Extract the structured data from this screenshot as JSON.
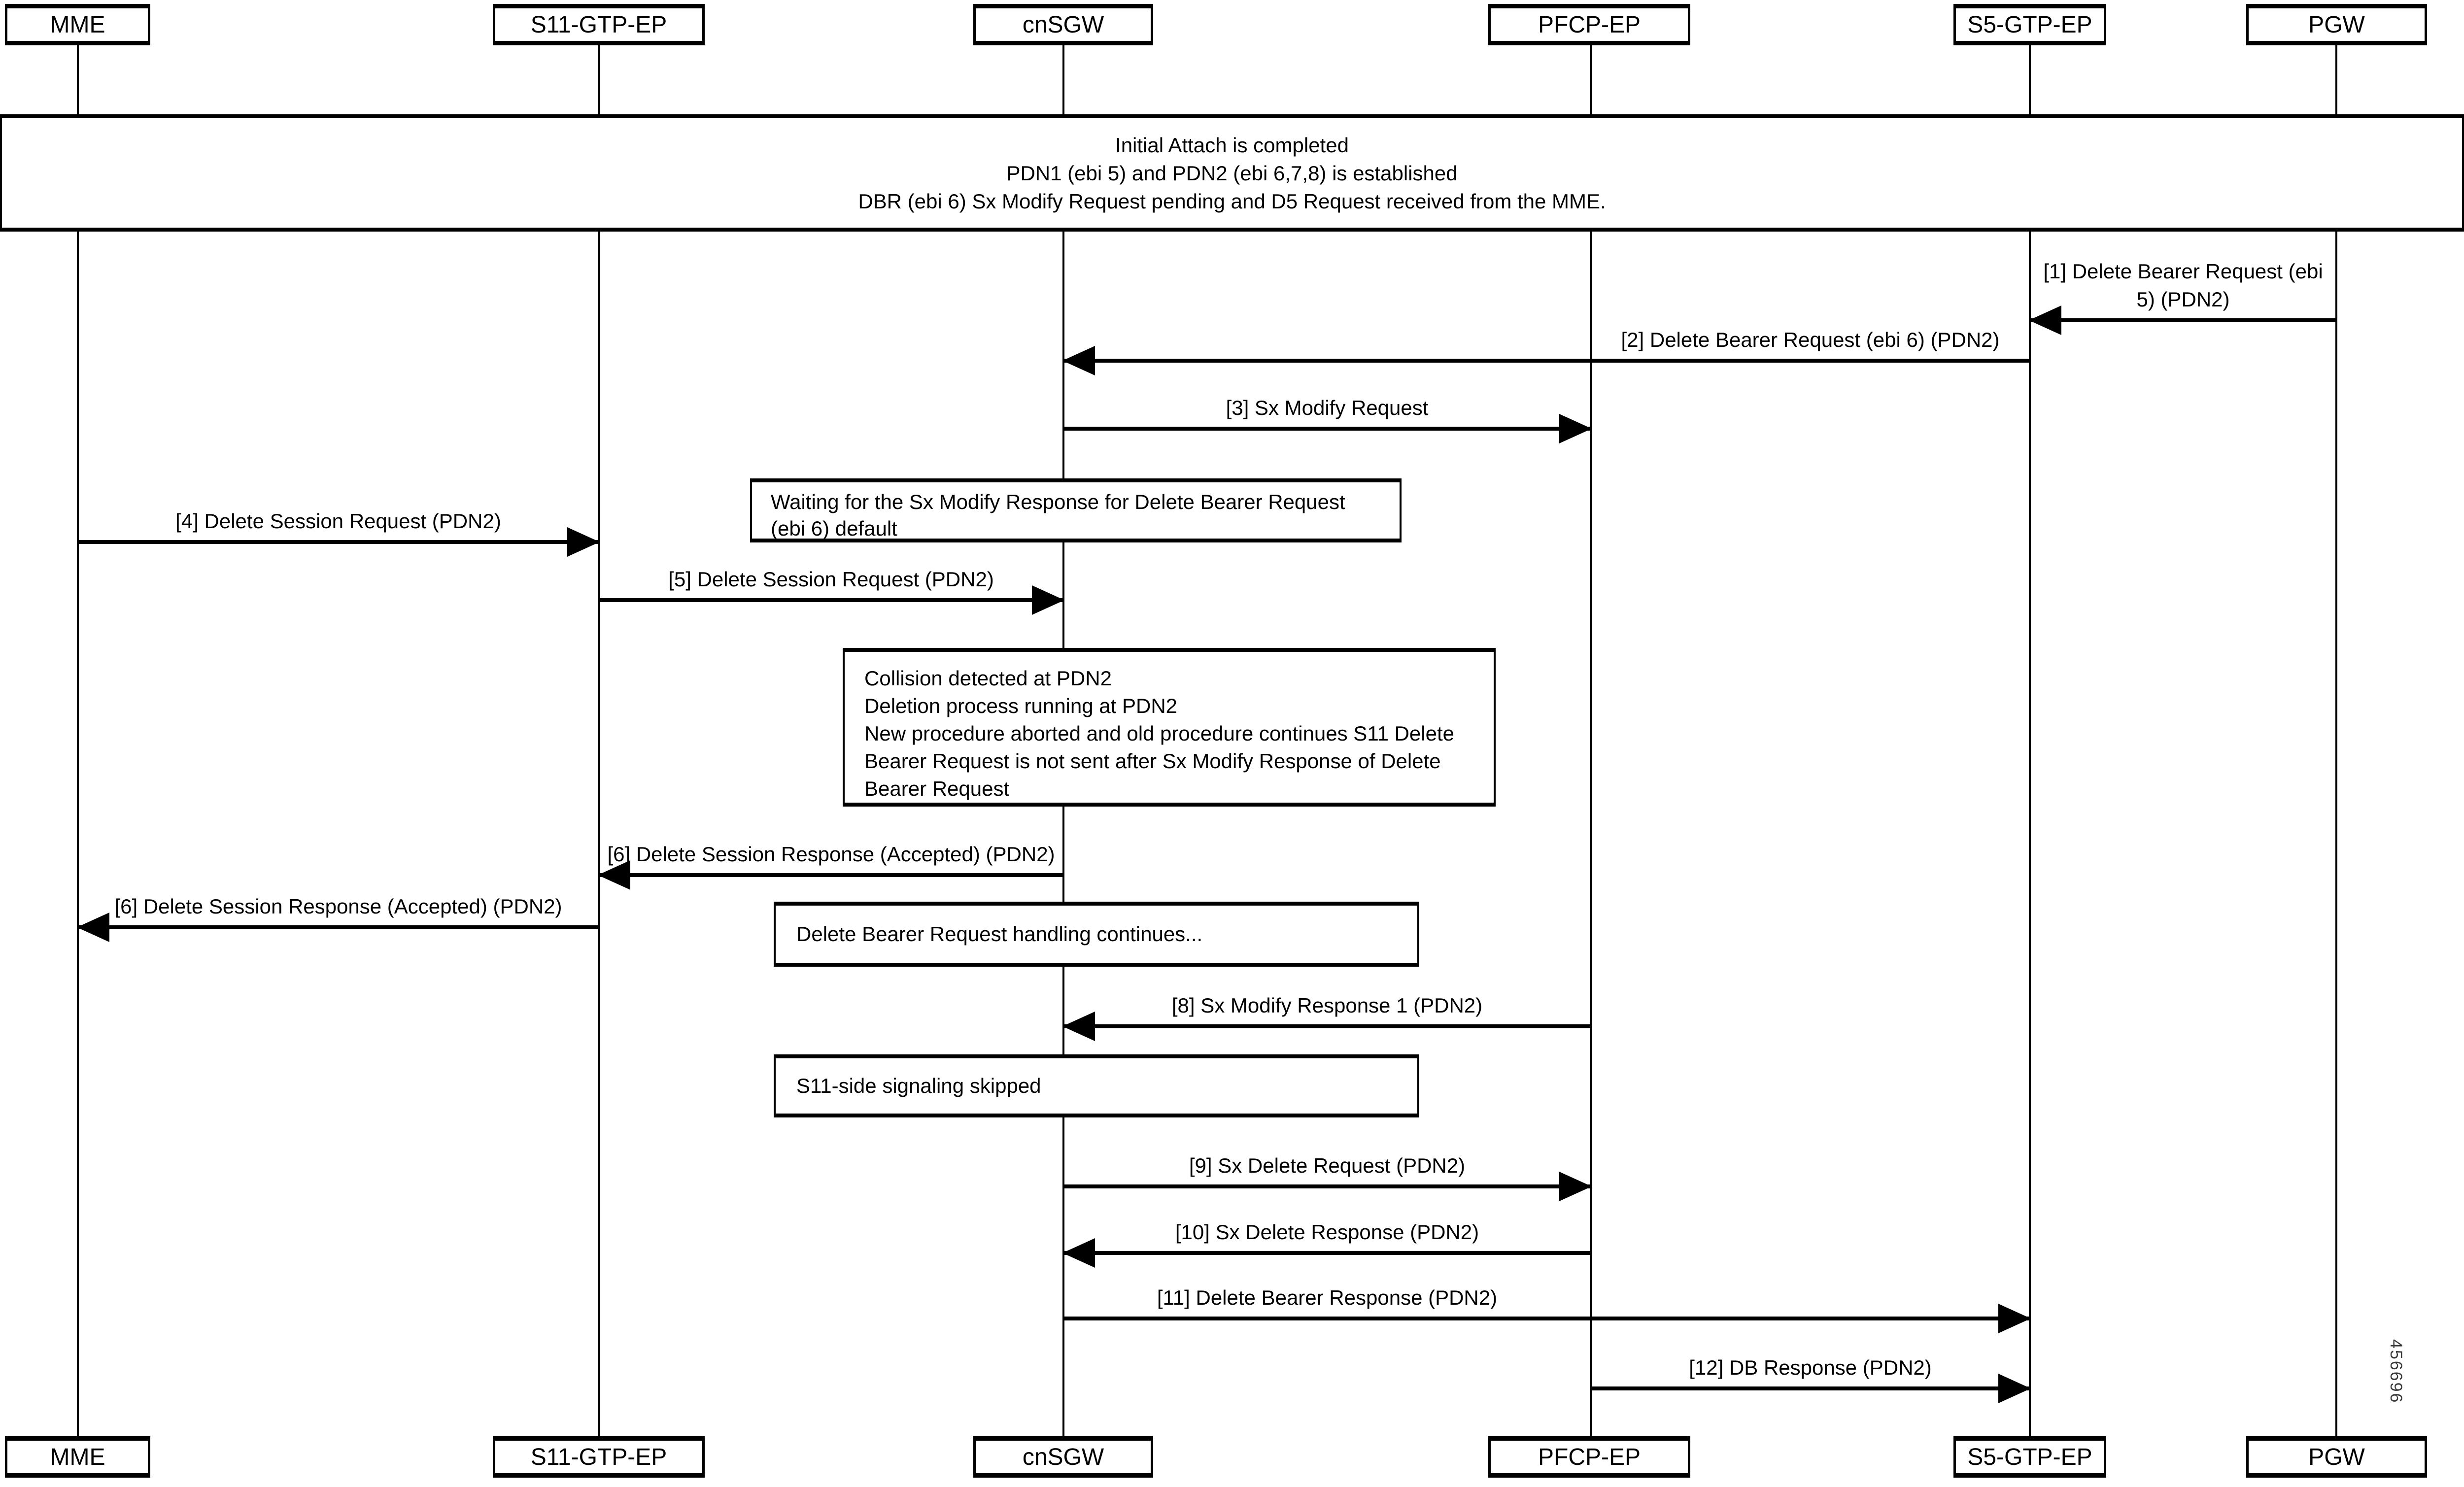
{
  "diagram": {
    "colors": {
      "foreground": "#000000",
      "background": "#ffffff"
    },
    "actors": [
      {
        "label": "MME"
      },
      {
        "label": "S11-GTP-EP"
      },
      {
        "label": "cnSGW"
      },
      {
        "label": "PFCP-EP"
      },
      {
        "label": "S5-GTP-EP"
      },
      {
        "label": "PGW"
      }
    ],
    "banner_lines": [
      "Initial Attach is completed",
      "PDN1 (ebi 5) and PDN2 (ebi 6,7,8) is established",
      "DBR (ebi 6) Sx Modify Request pending and D5 Request received from the MME."
    ],
    "messages": [
      {
        "label_lines": [
          "[1] Delete Bearer Request (ebi",
          "5) (PDN2)"
        ],
        "from": "PGW",
        "to": "S5-GTP-EP"
      },
      {
        "label": "[2] Delete Bearer Request (ebi 6) (PDN2)",
        "from": "S5-GTP-EP",
        "to": "cnSGW"
      },
      {
        "label": "[3] Sx Modify Request",
        "from": "cnSGW",
        "to": "PFCP-EP"
      },
      {
        "label": "[4] Delete Session Request (PDN2)",
        "from": "MME",
        "to": "S11-GTP-EP"
      },
      {
        "label": "[5] Delete Session Request (PDN2)",
        "from": "S11-GTP-EP",
        "to": "cnSGW"
      },
      {
        "label": "[6] Delete Session Response (Accepted) (PDN2)",
        "from": "cnSGW",
        "to": "S11-GTP-EP"
      },
      {
        "label": "[6] Delete Session Response (Accepted) (PDN2)",
        "from": "S11-GTP-EP",
        "to": "MME"
      },
      {
        "label": "[8] Sx Modify Response 1 (PDN2)",
        "from": "PFCP-EP",
        "to": "cnSGW"
      },
      {
        "label": "[9] Sx Delete Request (PDN2)",
        "from": "cnSGW",
        "to": "PFCP-EP"
      },
      {
        "label": "[10] Sx Delete Response (PDN2)",
        "from": "PFCP-EP",
        "to": "cnSGW"
      },
      {
        "label": "[11] Delete Bearer Response (PDN2)",
        "from": "cnSGW",
        "to": "S5-GTP-EP"
      },
      {
        "label": "[12] DB Response (PDN2)",
        "from": "PFCP-EP",
        "to": "S5-GTP-EP"
      }
    ],
    "notes": {
      "waiting": [
        "Waiting for the Sx Modify Response for Delete Bearer Request",
        "(ebi 6) default"
      ],
      "collision": [
        "Collision detected at PDN2",
        "Deletion process running at PDN2",
        "New procedure aborted and old procedure continues S11 Delete",
        "Bearer Request is not sent after Sx Modify Response of Delete",
        "Bearer Request"
      ],
      "continues": [
        "Delete Bearer Request handling continues..."
      ],
      "skipped": [
        "S11-side signaling skipped"
      ]
    },
    "figure_number": "456696"
  }
}
